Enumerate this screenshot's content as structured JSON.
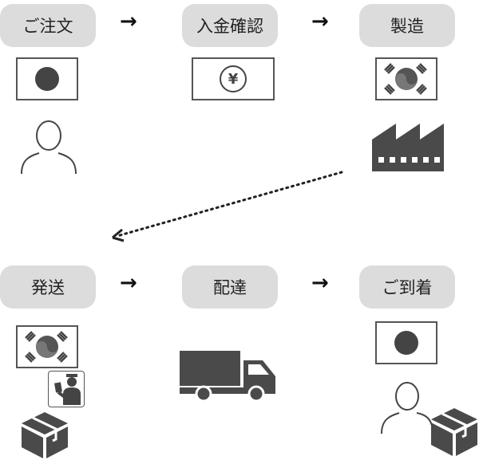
{
  "steps": [
    {
      "label": "ご注文"
    },
    {
      "label": "入金確認"
    },
    {
      "label": "製造"
    },
    {
      "label": "発送"
    },
    {
      "label": "配達"
    },
    {
      "label": "ご到着"
    }
  ],
  "arrow_glyph": "→",
  "yen_symbol": "¥",
  "colors": {
    "pill": "#dcdcdc",
    "icon": "#4a4a4a",
    "jp_disc": "#444444"
  }
}
